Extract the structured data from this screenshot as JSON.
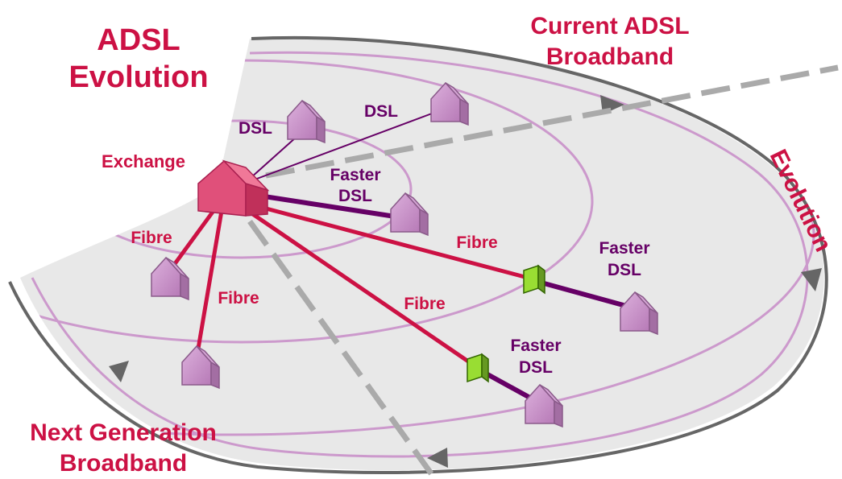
{
  "title": {
    "line1": "ADSL",
    "line2": "Evolution"
  },
  "labels": {
    "current_line1": "Current ADSL",
    "current_line2": "Broadband",
    "next_line1": "Next Generation",
    "next_line2": "Broadband",
    "evolution": "Evolution",
    "exchange": "Exchange",
    "dsl_a": "DSL",
    "dsl_b": "DSL",
    "faster_dsl_center_1": "Faster",
    "faster_dsl_center_2": "DSL",
    "faster_dsl_right_1": "Faster",
    "faster_dsl_right_2": "DSL",
    "faster_dsl_bottom_1": "Faster",
    "faster_dsl_bottom_2": "DSL",
    "fibre_left": "Fibre",
    "fibre_left_lower": "Fibre",
    "fibre_mid": "Fibre",
    "fibre_lower": "Fibre"
  },
  "colors": {
    "title_red": "#cc1144",
    "dsl_purple": "#660066",
    "fibre_red": "#cc1144",
    "ring": "#cc99cc",
    "fan_fill": "#e8e8e8",
    "arrow_grey": "#666666",
    "dash_grey": "#aaaaaa",
    "house_fill": "#c890c8",
    "exchange_fill": "#e0507a",
    "cabinet_fill": "#99dd33"
  }
}
